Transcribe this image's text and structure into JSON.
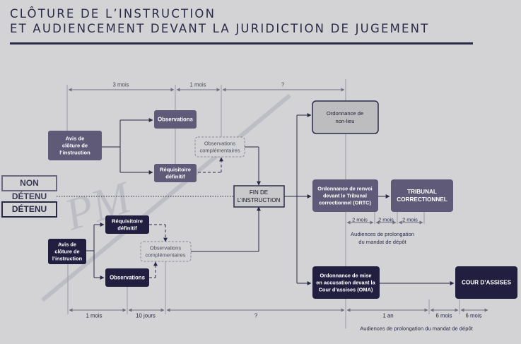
{
  "title": {
    "line1": "CLÔTURE DE L’INSTRUCTION",
    "line2": "ET AUDIENCEMENT DEVANT LA JURIDICTION DE JUGEMENT"
  },
  "watermark": "PM",
  "status": {
    "non_detenu": "NON DÉTENU",
    "detenu": "DÉTENU"
  },
  "boxes": {
    "avis_nd": [
      "Avis de",
      "clôture de",
      "l’instruction"
    ],
    "obs_nd": [
      "Observations"
    ],
    "req_nd": [
      "Réquisitoire",
      "définitif"
    ],
    "obscomp_nd": [
      "Observations",
      "complémentaires"
    ],
    "fin": [
      "FIN DE",
      "L’INSTRUCTION"
    ],
    "nonlieu": [
      "Ordonnance de",
      "non-lieu"
    ],
    "ortc": [
      "Ordonnance de renvoi",
      "devant le Tribunal",
      "correctionnel (ORTC)"
    ],
    "tribunal": [
      "TRIBUNAL",
      "CORRECTIONNEL"
    ],
    "oma": [
      "Ordonnance de mise",
      "en accusation devant la",
      "Cour d’assises (OMA)"
    ],
    "cour": [
      "COUR D’ASSISES"
    ],
    "avis_d": [
      "Avis de",
      "clôture de",
      "l’instruction"
    ],
    "req_d": [
      "Réquisitoire",
      "définitif"
    ],
    "obs_d": [
      "Observations"
    ],
    "obscomp_d": [
      "Observations",
      "complémentaires"
    ]
  },
  "durations": {
    "top": [
      "3 mois",
      "1 mois",
      "?"
    ],
    "ortc": [
      "2 mois",
      "2 mois",
      "2 mois"
    ],
    "bottom": [
      "1 mois",
      "10 jours",
      "?",
      "1 an",
      "6 mois",
      "6 mois"
    ]
  },
  "notes": {
    "prolongation_ortc": [
      "Audiences de prolongation",
      "du mandat de dépôt"
    ],
    "prolongation_oma": "Audiences de prolongation du mandat de dépôt"
  },
  "colors": {
    "background": "#d3d3d6",
    "title": "#2a2a48",
    "box_non_detenu": "#5e5a78",
    "box_detenu": "#221e40",
    "box_nonlieu": "#bdbdc0",
    "line": "#2a2a48"
  }
}
